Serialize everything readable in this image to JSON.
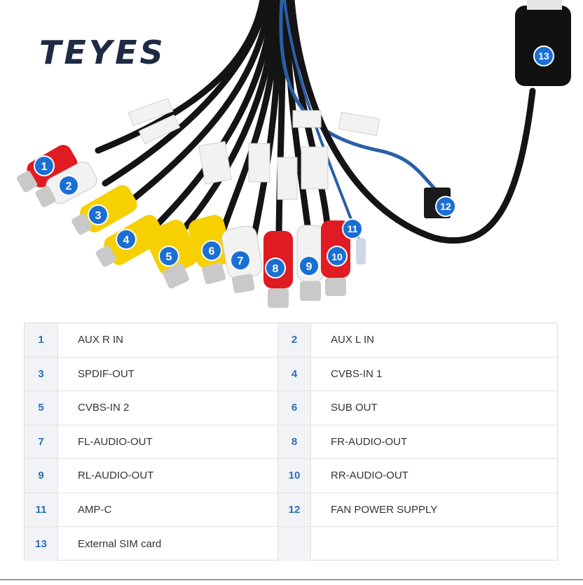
{
  "brand": {
    "logo_text": "TEYES",
    "badge_color": "#1a6fd4"
  },
  "callouts": [
    "1",
    "2",
    "3",
    "4",
    "5",
    "6",
    "7",
    "8",
    "9",
    "10",
    "11",
    "12",
    "13"
  ],
  "table": {
    "rows": [
      {
        "left": {
          "num": "1",
          "label": "AUX R IN"
        },
        "right": {
          "num": "2",
          "label": "AUX L IN"
        }
      },
      {
        "left": {
          "num": "3",
          "label": "SPDIF-OUT"
        },
        "right": {
          "num": "4",
          "label": "CVBS-IN 1"
        }
      },
      {
        "left": {
          "num": "5",
          "label": "CVBS-IN 2"
        },
        "right": {
          "num": "6",
          "label": "SUB OUT"
        }
      },
      {
        "left": {
          "num": "7",
          "label": "FL-AUDIO-OUT"
        },
        "right": {
          "num": "8",
          "label": "FR-AUDIO-OUT"
        }
      },
      {
        "left": {
          "num": "9",
          "label": "RL-AUDIO-OUT"
        },
        "right": {
          "num": "10",
          "label": "RR-AUDIO-OUT"
        }
      },
      {
        "left": {
          "num": "11",
          "label": "AMP-C"
        },
        "right": {
          "num": "12",
          "label": "FAN POWER SUPPLY"
        }
      },
      {
        "left": {
          "num": "13",
          "label": "External SIM card"
        },
        "right": {
          "num": "",
          "label": ""
        }
      }
    ]
  }
}
